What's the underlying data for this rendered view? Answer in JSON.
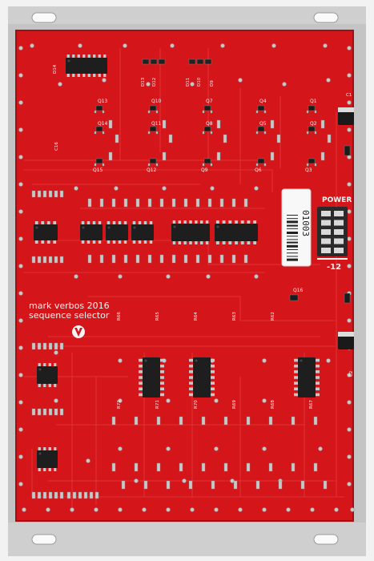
{
  "panel": {
    "label": "mark verbos 2016 sequence selector"
  },
  "silkscreen": {
    "brand_line": "mark verbos 2016",
    "product_line": "sequence selector",
    "power_label": "POWER",
    "power_pin_label": "-12",
    "serial_sticker": "01003",
    "led_labels": [
      "D14",
      "D13",
      "D12",
      "D11",
      "D10",
      "D9"
    ],
    "transistors_top": [
      "Q13",
      "Q10",
      "Q7",
      "Q4",
      "Q1"
    ],
    "transistors_mid": [
      "Q14",
      "Q11",
      "Q8",
      "Q5",
      "Q2"
    ],
    "transistors_bottom": [
      "Q15",
      "Q12",
      "Q9",
      "Q6",
      "Q3"
    ],
    "cap_labels": [
      "C1",
      "C2",
      "C16"
    ],
    "q16": "Q16",
    "resistor_labels": [
      "R72",
      "R71",
      "R70",
      "R69",
      "R68",
      "R67",
      "R66",
      "R65",
      "R64",
      "R63",
      "R62"
    ]
  },
  "colors": {
    "pcb": "#d4161a",
    "pcb_dark": "#b50e12",
    "trace": "#e03438",
    "chip": "#1e1e1e",
    "pad": "#c8c8c8",
    "panel": "#c4c4c4",
    "silk": "#f5f5f5"
  }
}
